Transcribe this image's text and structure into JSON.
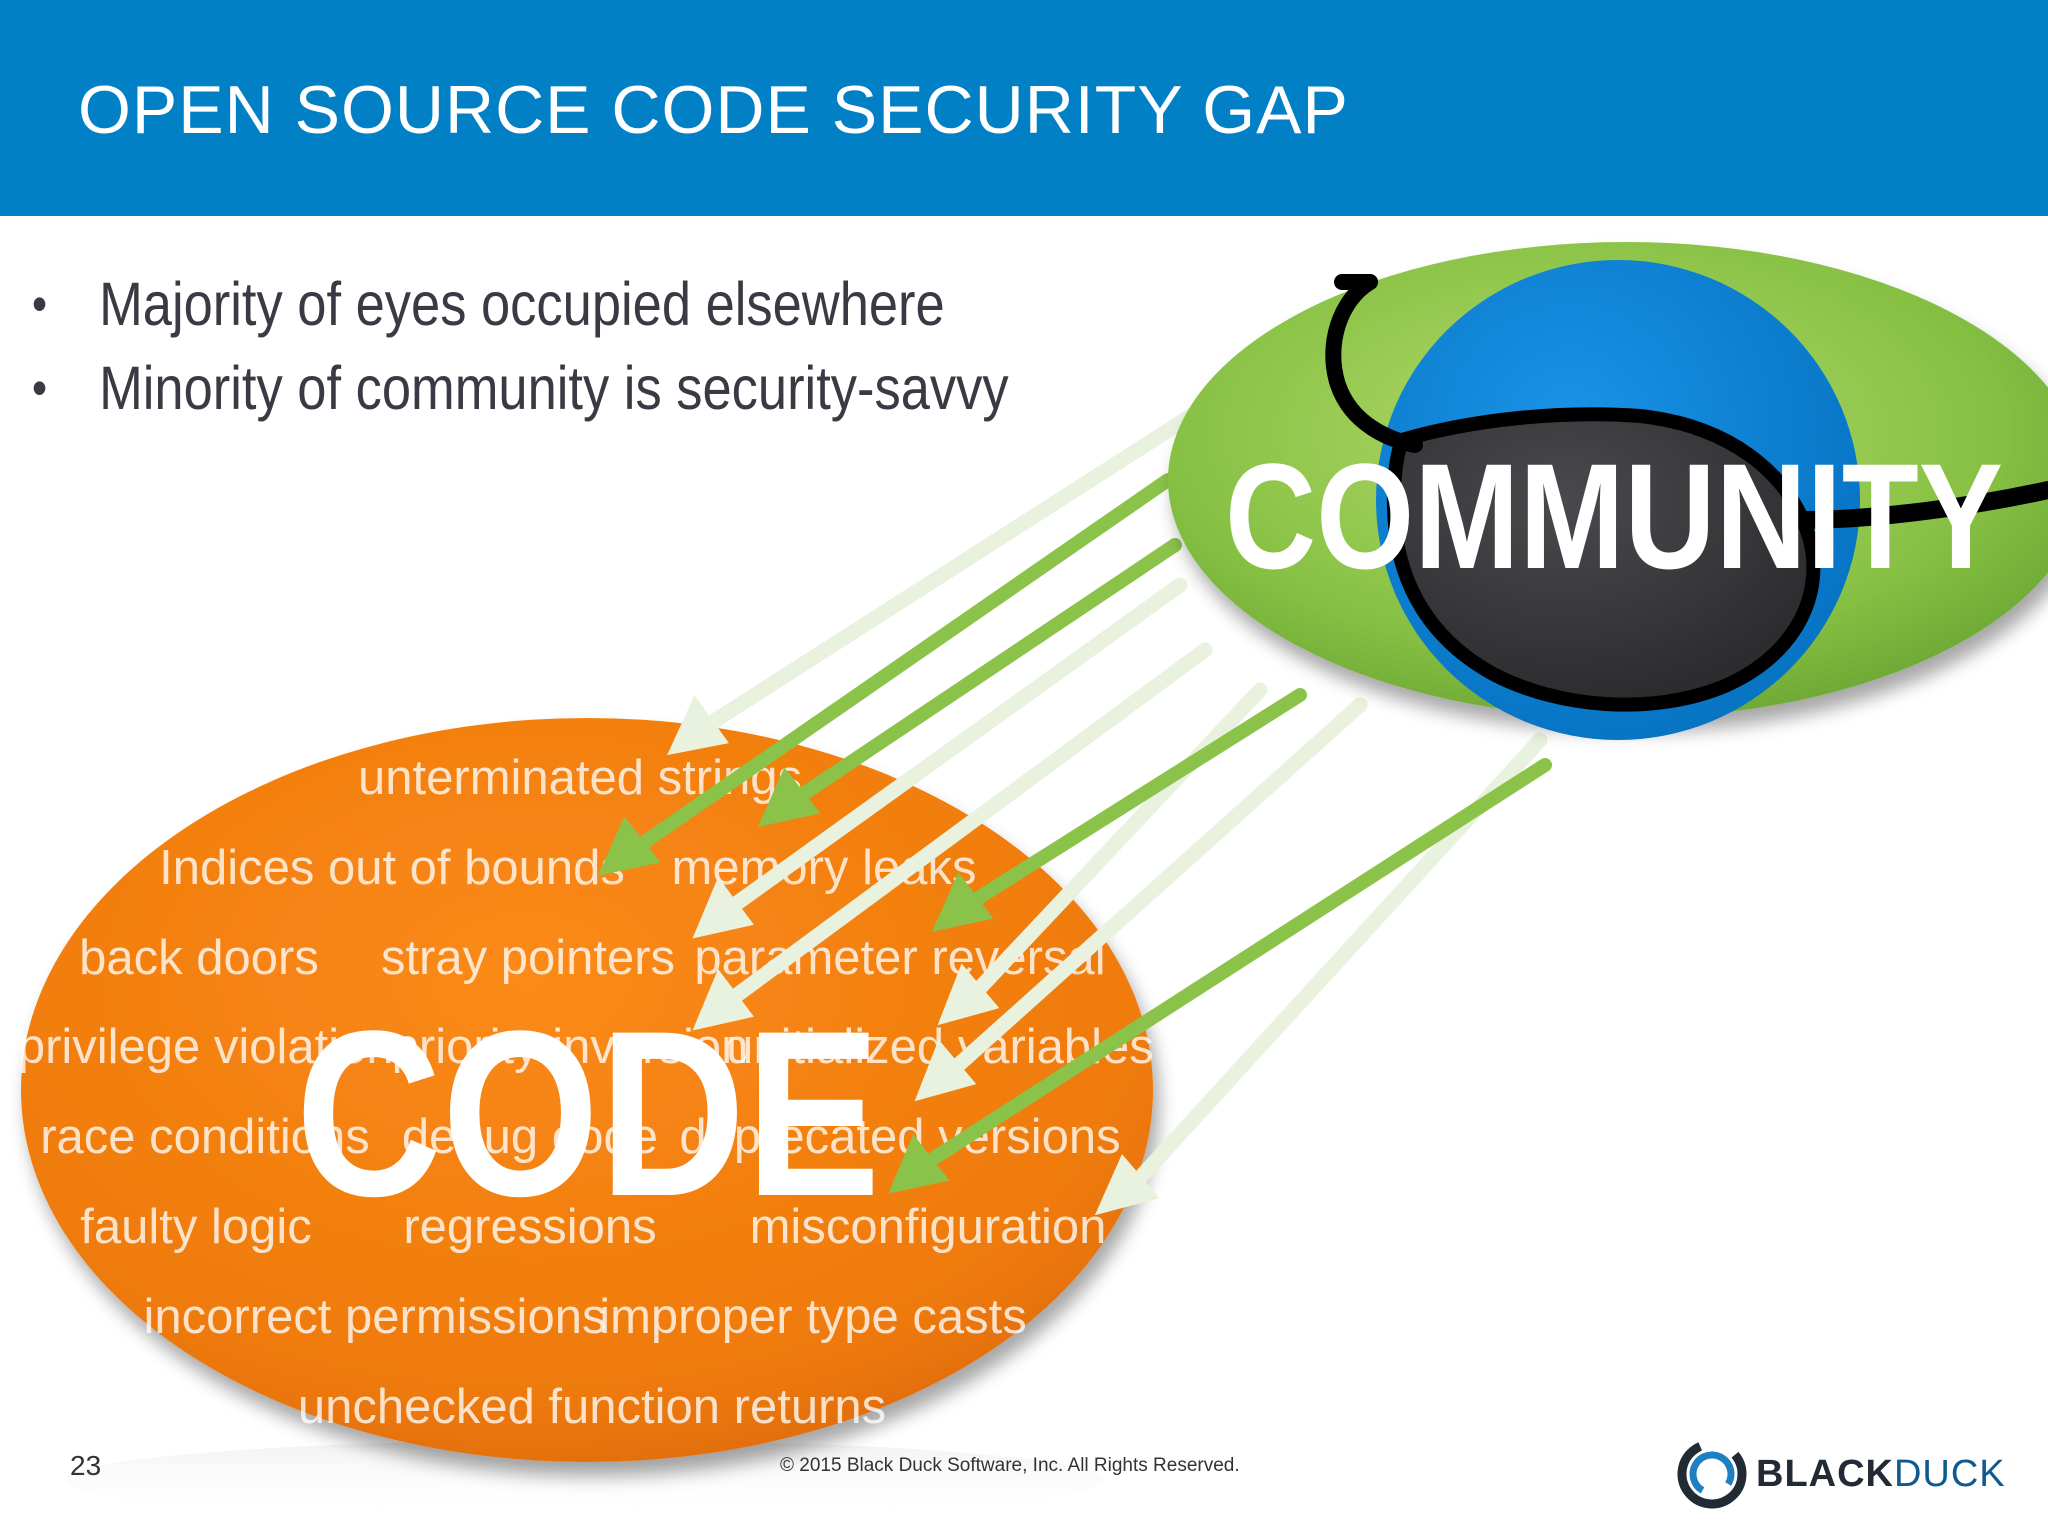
{
  "slide": {
    "title": "OPEN SOURCE CODE SECURITY GAP",
    "bullets": [
      "Majority of eyes occupied elsewhere",
      "Minority of community is security-savvy"
    ],
    "page_number": "23",
    "copyright": "© 2015 Black Duck Software, Inc.  All Rights Reserved.",
    "logo": {
      "bold": "BLACK",
      "light": "DUCK"
    }
  },
  "diagram": {
    "community_label": "COMMUNITY",
    "code_label": "CODE",
    "code_issues": [
      "unterminated strings",
      "Indices out of bounds",
      "memory leaks",
      "back doors",
      "stray pointers",
      "parameter reversal",
      "privilege violations",
      "priority inversion",
      "unitialized variables",
      "race conditions",
      "debug code",
      "deprecated versions",
      "faulty logic",
      "regressions",
      "misconfiguration",
      "incorrect permissions",
      "improper type casts",
      "unchecked function returns"
    ],
    "colors": {
      "header": "#0180c6",
      "community_ellipse": "#8dc449",
      "iris": "#0a80d0",
      "pupil": "#3a3a3d",
      "code_ellipse": "#f07e12",
      "arrow_active": "#8bc34a",
      "arrow_faint": "#eaf3e0"
    }
  }
}
